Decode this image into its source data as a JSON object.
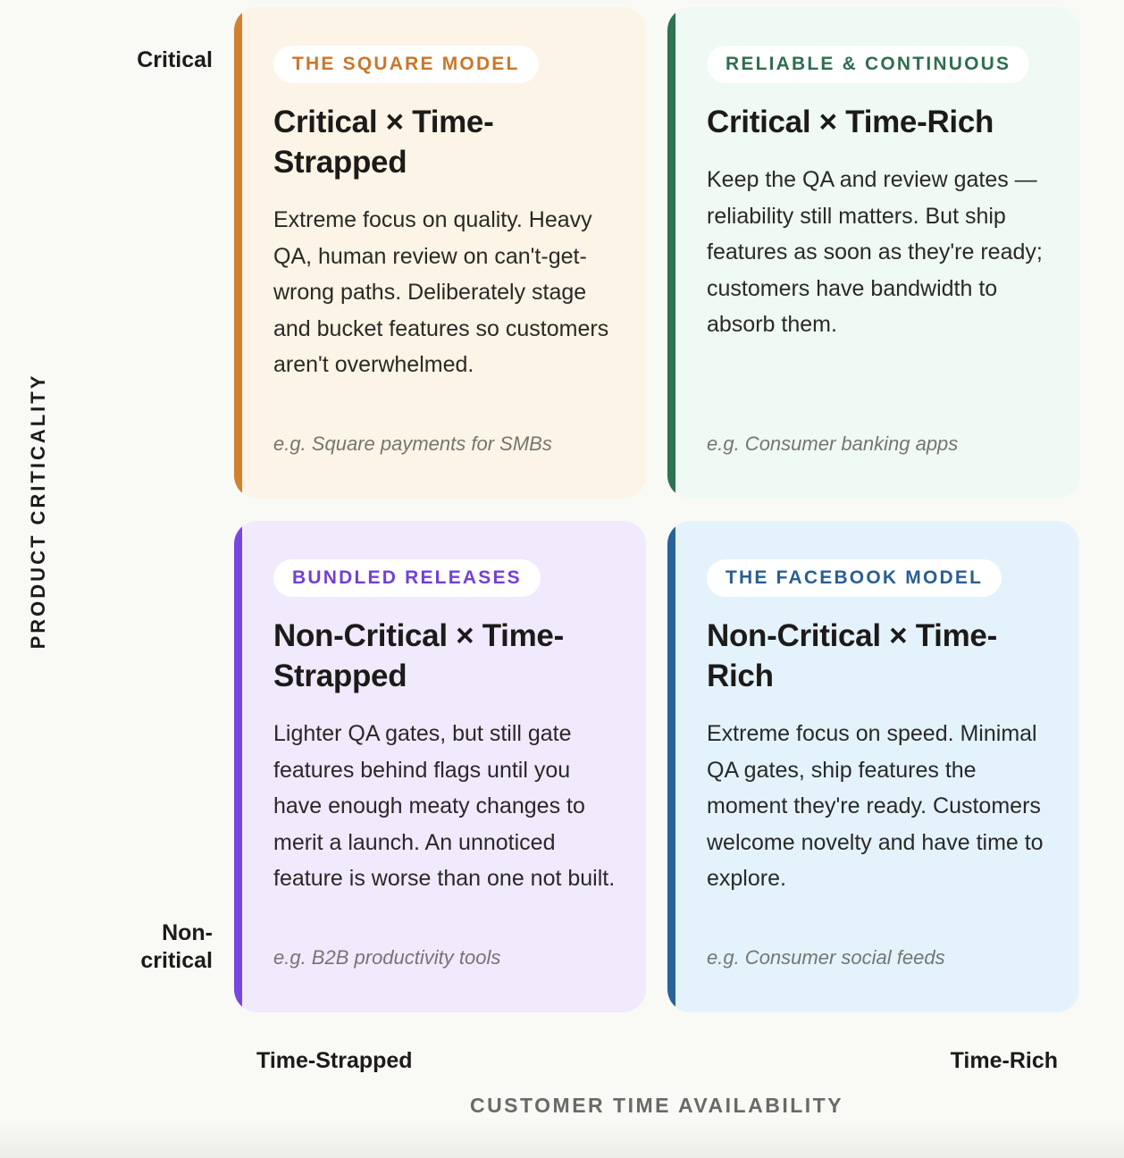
{
  "axes": {
    "y_title": "PRODUCT CRITICALITY",
    "y_top": "Critical",
    "y_bottom": "Non-critical",
    "x_left": "Time-Strapped",
    "x_right": "Time-Rich",
    "x_title": "CUSTOMER TIME AVAILABILITY"
  },
  "quadrants": [
    {
      "tag": "THE SQUARE MODEL",
      "title": "Critical × Time-Strapped",
      "description": "Extreme focus on quality. Heavy QA, human review on can't-get-wrong paths. Deliberately stage and bucket features so customers aren't overwhelmed.",
      "example": "e.g. Square payments for SMBs",
      "accent": "#d0822e",
      "tag_color": "#c9772a"
    },
    {
      "tag": "RELIABLE & CONTINUOUS",
      "title": "Critical × Time-Rich",
      "description": "Keep the QA and review gates — reliability still matters. But ship features as soon as they're ready; customers have bandwidth to absorb them.",
      "example": "e.g. Consumer banking apps",
      "accent": "#2e7352",
      "tag_color": "#2e6f50"
    },
    {
      "tag": "BUNDLED RELEASES",
      "title": "Non-Critical × Time-Strapped",
      "description": "Lighter QA gates, but still gate features behind flags until you have enough meaty changes to merit a launch. An unnoticed feature is worse than one not built.",
      "example": "e.g. B2B productivity tools",
      "accent": "#7a45e0",
      "tag_color": "#7440d4"
    },
    {
      "tag": "THE FACEBOOK MODEL",
      "title": "Non-Critical × Time-Rich",
      "description": "Extreme focus on speed. Minimal QA gates, ship features the moment they're ready. Customers welcome novelty and have time to explore.",
      "example": "e.g. Consumer social feeds",
      "accent": "#2a639a",
      "tag_color": "#2a5f92"
    }
  ]
}
